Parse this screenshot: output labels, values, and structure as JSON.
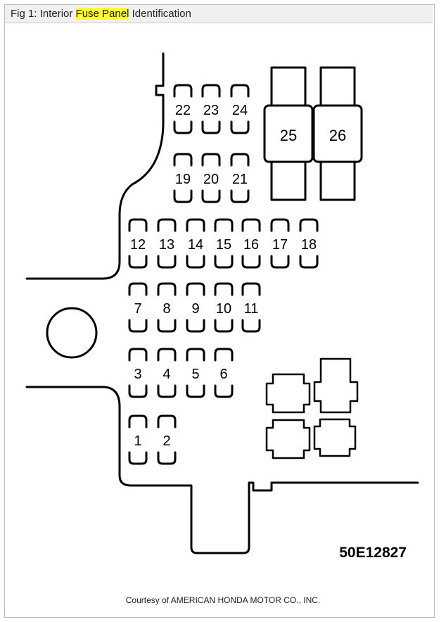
{
  "caption": {
    "prefix": "Fig 1: Interior ",
    "highlight": "Fuse Panel",
    "suffix": " Identification"
  },
  "fuses": [
    {
      "id": "1",
      "label": "1"
    },
    {
      "id": "2",
      "label": "2"
    },
    {
      "id": "3",
      "label": "3"
    },
    {
      "id": "4",
      "label": "4"
    },
    {
      "id": "5",
      "label": "5"
    },
    {
      "id": "6",
      "label": "6"
    },
    {
      "id": "7",
      "label": "7"
    },
    {
      "id": "8",
      "label": "8"
    },
    {
      "id": "9",
      "label": "9"
    },
    {
      "id": "10",
      "label": "10"
    },
    {
      "id": "11",
      "label": "11"
    },
    {
      "id": "12",
      "label": "12"
    },
    {
      "id": "13",
      "label": "13"
    },
    {
      "id": "14",
      "label": "14"
    },
    {
      "id": "15",
      "label": "15"
    },
    {
      "id": "16",
      "label": "16"
    },
    {
      "id": "17",
      "label": "17"
    },
    {
      "id": "18",
      "label": "18"
    },
    {
      "id": "19",
      "label": "19"
    },
    {
      "id": "20",
      "label": "20"
    },
    {
      "id": "21",
      "label": "21"
    },
    {
      "id": "22",
      "label": "22"
    },
    {
      "id": "23",
      "label": "23"
    },
    {
      "id": "24",
      "label": "24"
    }
  ],
  "large_fuses": [
    {
      "id": "25",
      "label": "25"
    },
    {
      "id": "26",
      "label": "26"
    }
  ],
  "diagram_code": "50E12827",
  "credit": "Courtesy of AMERICAN HONDA MOTOR CO., INC."
}
